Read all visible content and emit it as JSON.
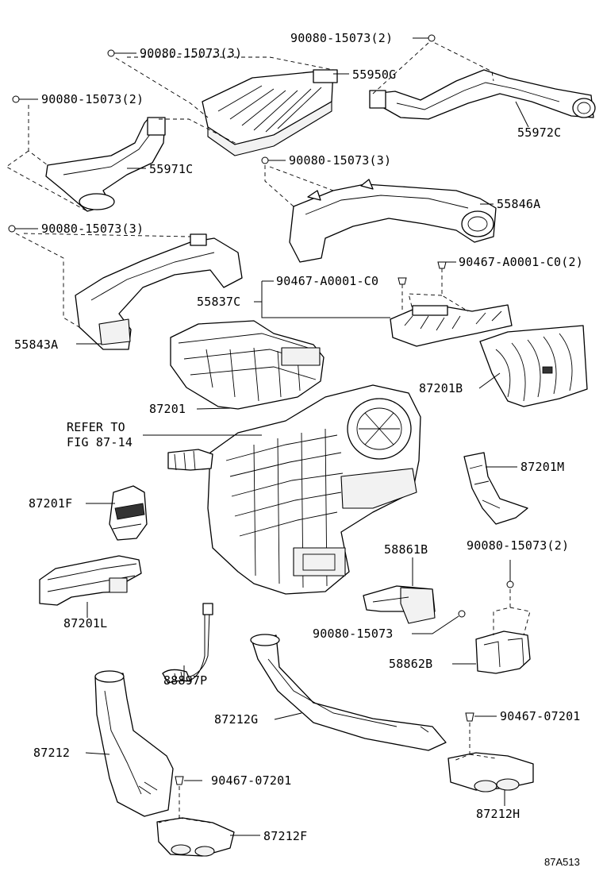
{
  "diagram_code": "87A513",
  "labels": {
    "bolt_top_left": "90080-15073(3)",
    "bolt_top_right": "90080-15073(2)",
    "part_55950G": "55950G",
    "bolt_left_upper": "90080-15073(2)",
    "part_55972C": "55972C",
    "part_55971C": "55971C",
    "bolt_center_upper": "90080-15073(3)",
    "part_55846A": "55846A",
    "bolt_left_middle": "90080-15073(3)",
    "clip_right_2": "90467-A0001-C0(2)",
    "clip_center": "90467-A0001-C0",
    "part_55837C": "55837C",
    "part_55843A": "55843A",
    "part_87201B": "87201B",
    "part_87201": "87201",
    "refer_line1": "REFER TO",
    "refer_line2": "FIG 87-14",
    "part_87201M": "87201M",
    "part_87201F": "87201F",
    "part_58861B": "58861B",
    "bolt_right_lower": "90080-15073(2)",
    "part_87201L": "87201L",
    "bolt_center_lower": "90080-15073",
    "part_58862B": "58862B",
    "part_88897P": "88897P",
    "part_87212G": "87212G",
    "clip_right_lower": "90467-07201",
    "part_87212": "87212",
    "clip_left_lower": "90467-07201",
    "part_87212H": "87212H",
    "part_87212F": "87212F"
  }
}
